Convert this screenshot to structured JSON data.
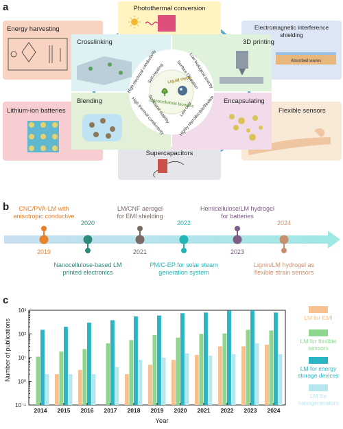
{
  "panel_a": {
    "label": "a",
    "applications": {
      "photothermal": "Photothermal conversion",
      "energy_harvesting": "Energy harvesting",
      "emi_line1": "Electromagnetic interference",
      "emi_line2": "shielding",
      "emi_inner": "Absorbed waves",
      "lithium_ion": "Lithium-ion batteries",
      "flexible_sensors": "Flexible sensors",
      "supercapacitors": "Supercapacitors"
    },
    "methods": {
      "crosslinking": "Crosslinking",
      "printing_3d": "3D printing",
      "blending": "Blending",
      "encapsulating": "Encapsulating"
    },
    "properties": {
      "high_electrical": "High electrical conductivity",
      "self_healing": "Self-Healing",
      "low_bio_toxicity": "Low biological toxicity",
      "surface_oxidation": "Surface Oxidation",
      "high_thermal": "High thermal conductivity",
      "structural_stability": "Structural stability",
      "low_cost": "Low cost",
      "highly_reproducible": "Highly reproducible/flexible"
    },
    "center": {
      "liquid_metal": "Liquid metal",
      "lignocellulosic": "Lignocellulosic biomass"
    }
  },
  "panel_b": {
    "label": "b",
    "events": [
      {
        "year": "2019",
        "text": [
          "CNC/PVA-LM with",
          "anisotropic conductive"
        ],
        "color": "#e8822a"
      },
      {
        "year": "2020",
        "text": [
          "Nanocellulose-based LM",
          "printed electronics"
        ],
        "color": "#2e8a78"
      },
      {
        "year": "2021",
        "text": [
          "LM/CNF aerogel",
          "for EMI shielding"
        ],
        "color": "#7a6a66"
      },
      {
        "year": "2022",
        "text": [
          "PM/C-EP for solar steam",
          "generation system"
        ],
        "color": "#22b5b5"
      },
      {
        "year": "2023",
        "text": [
          "Hemicellulose/LM hydrogel",
          "for batteries"
        ],
        "color": "#7d5c86"
      },
      {
        "year": "2024",
        "text": [
          "Lignin/LM hydrogel as",
          "flexible strain sensors"
        ],
        "color": "#c98f6e"
      }
    ]
  },
  "panel_c": {
    "label": "c"
  },
  "chart_data": {
    "type": "bar",
    "xlabel": "Year",
    "ylabel": "Number of publications",
    "y_scale": "log",
    "ylim": [
      0.1,
      1000
    ],
    "y_ticks": [
      "10⁻¹",
      "10⁰",
      "10¹",
      "10²",
      "10³"
    ],
    "categories": [
      "2014",
      "2015",
      "2016",
      "2017",
      "2018",
      "2019",
      "2020",
      "2021",
      "2022",
      "2023",
      "2024"
    ],
    "series": [
      {
        "name": "LM for EMI",
        "color": "#f7c08f",
        "values": [
          0.1,
          2,
          3,
          0.1,
          2,
          5,
          8,
          13,
          30,
          30,
          35
        ]
      },
      {
        "name": "LM for flexible sensors",
        "color": "#8dd68d",
        "values": [
          11,
          18,
          23,
          40,
          55,
          90,
          70,
          100,
          105,
          150,
          140
        ]
      },
      {
        "name": "LM for energy storage devices",
        "color": "#2bb4c4",
        "values": [
          150,
          200,
          300,
          380,
          550,
          600,
          750,
          800,
          950,
          1000,
          800
        ]
      },
      {
        "name": "LM for nanogenerators",
        "color": "#b8e6ee",
        "values": [
          2,
          2,
          2,
          4,
          8,
          10,
          15,
          12,
          14,
          40,
          14
        ]
      }
    ],
    "legend_position": "right"
  }
}
